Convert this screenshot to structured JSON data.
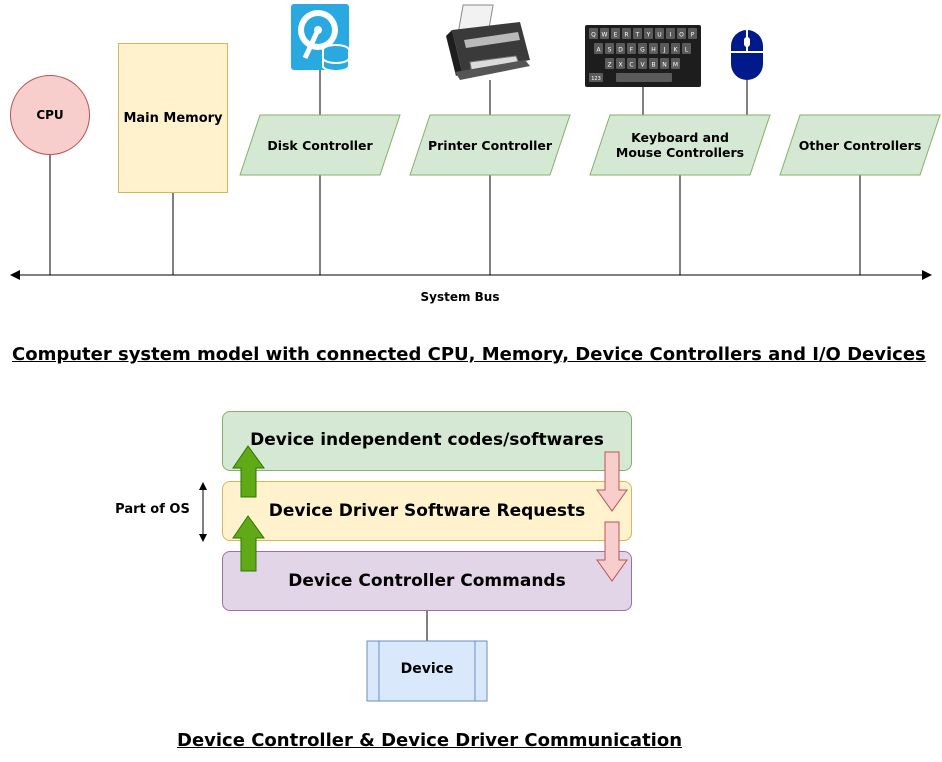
{
  "top_diagram": {
    "cpu_label": "CPU",
    "memory_label": "Main Memory",
    "controllers": [
      {
        "label": "Disk Controller"
      },
      {
        "label": "Printer Controller"
      },
      {
        "label": "Keyboard and Mouse Controllers"
      },
      {
        "label": "Other Controllers"
      }
    ],
    "bus_label": "System Bus",
    "caption": "Computer system model with connected CPU, Memory, Device Controllers and I/O Devices",
    "keyboard_keys": [
      "Q",
      "W",
      "E",
      "R",
      "T",
      "Y",
      "U",
      "I",
      "O",
      "P",
      "A",
      "S",
      "D",
      "F",
      "G",
      "H",
      "J",
      "K",
      "L",
      "Z",
      "X",
      "C",
      "V",
      "B",
      "N",
      "M",
      "123"
    ],
    "colors": {
      "cpu": "#f8cecc",
      "memory": "#fff2cc",
      "controller": "#d5e8d4",
      "disk_icon": "#29a9e0",
      "mouse_icon": "#001a8c"
    }
  },
  "bottom_diagram": {
    "layers": [
      {
        "label": "Device independent codes/softwares",
        "fill": "#d5e8d4",
        "stroke": "#82b366"
      },
      {
        "label": "Device Driver Software Requests",
        "fill": "#fff2cc",
        "stroke": "#d6b656"
      },
      {
        "label": "Device Controller Commands",
        "fill": "#e1d5e7",
        "stroke": "#9673a6"
      }
    ],
    "os_label": "Part of OS",
    "device_label": "Device",
    "caption": "Device Controller & Device Driver Communication",
    "colors": {
      "up_arrow": "#60a917",
      "down_arrow": "#f8cecc",
      "device": "#dae8fc"
    }
  }
}
